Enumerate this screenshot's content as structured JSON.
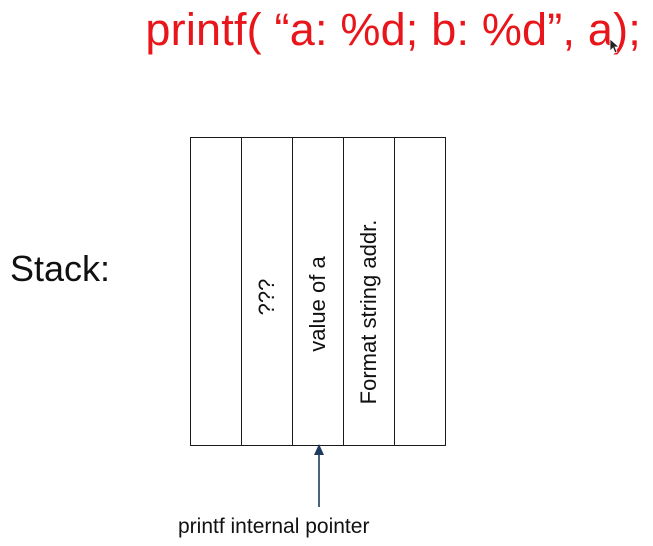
{
  "code": {
    "text": "printf( “a: %d; b: %d”, a);",
    "color": "#e8151b"
  },
  "stack": {
    "label": "Stack:",
    "slots": [
      {
        "label": ""
      },
      {
        "label": "???"
      },
      {
        "label": "value of a"
      },
      {
        "label": "Format string addr."
      },
      {
        "label": ""
      }
    ]
  },
  "pointer": {
    "label": "printf internal pointer",
    "arrow_color": "#1f3a5f"
  }
}
